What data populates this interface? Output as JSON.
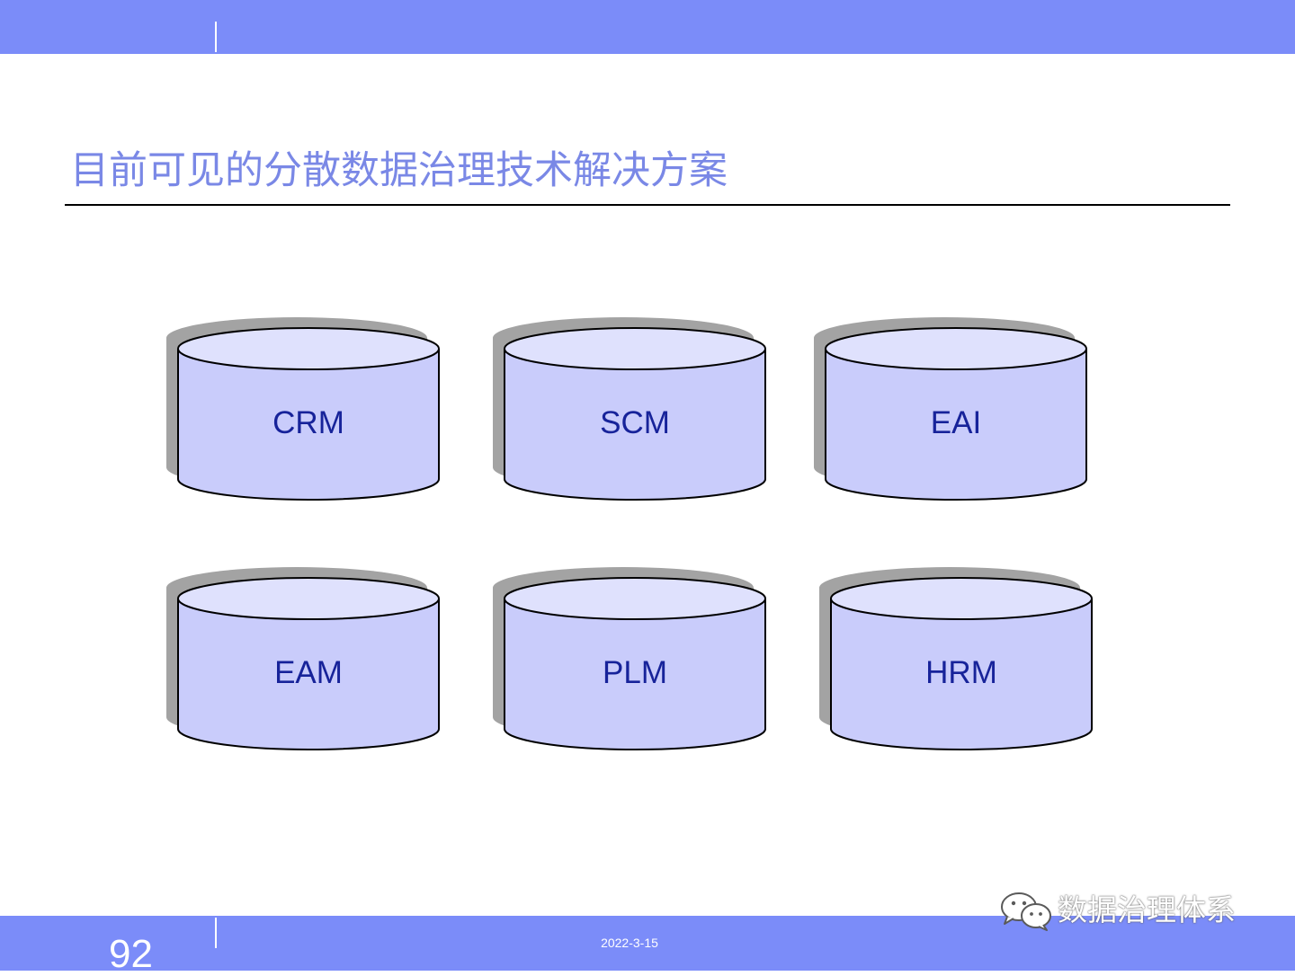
{
  "slide": {
    "title": "目前可见的分散数据治理技术解决方案"
  },
  "systems": [
    {
      "label": "CRM"
    },
    {
      "label": "SCM"
    },
    {
      "label": "EAI"
    },
    {
      "label": "EAM"
    },
    {
      "label": "PLM"
    },
    {
      "label": "HRM"
    }
  ],
  "footer": {
    "page_number": "92",
    "date": "2022-3-15",
    "watermark": "数据治理体系"
  },
  "colors": {
    "bar": "#7b8cf9",
    "title": "#7a88e6",
    "cylinder_body": "#c9ccfb",
    "cylinder_top": "#dfe1fd",
    "cylinder_shadow": "#a3a3a3",
    "label": "#17239a"
  },
  "icons": {
    "watermark_logo": "wechat-icon"
  }
}
